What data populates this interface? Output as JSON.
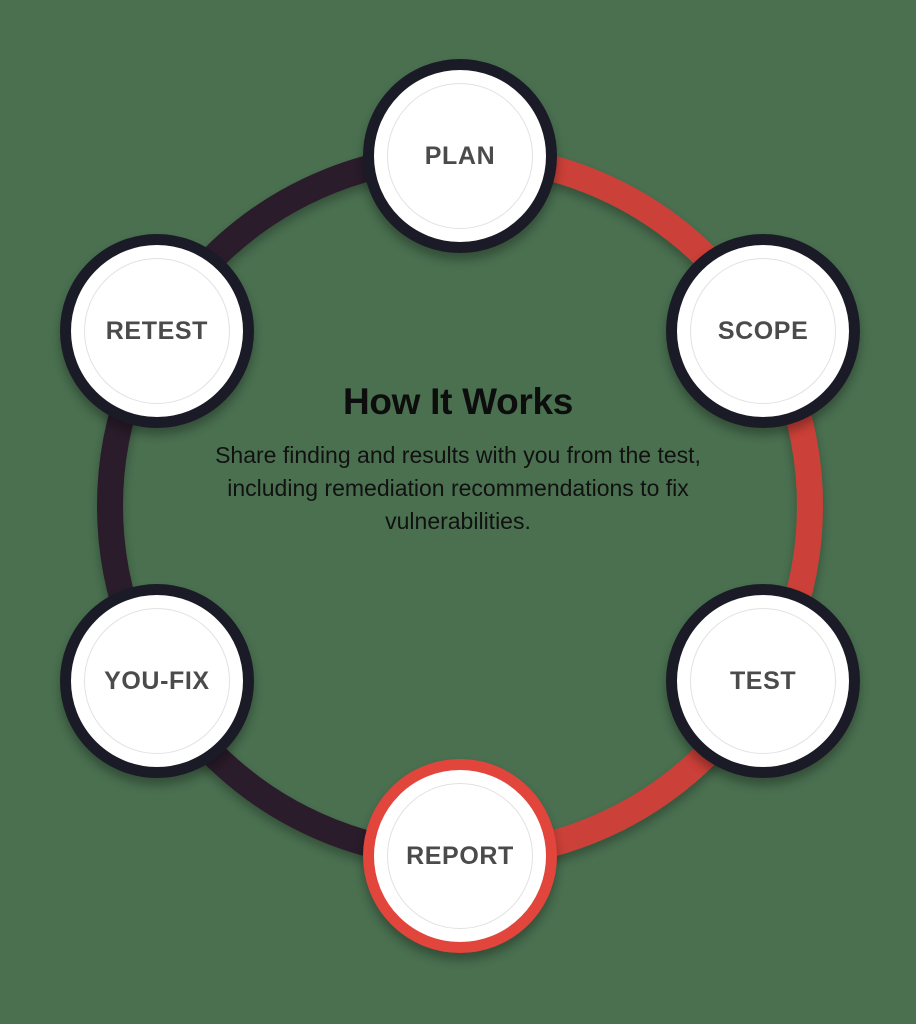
{
  "background_color": "#4a7050",
  "center": {
    "title": "How It Works",
    "description": "Share finding and results with you from the test, including remediation recommendations to fix vulnerabilities."
  },
  "chart_data": {
    "type": "cycle-diagram",
    "title": "How It Works",
    "subtitle": "Share finding and results with you from the test, including remediation recommendations to fix vulnerabilities.",
    "direction": "clockwise",
    "node_count": 6,
    "active_step": "REPORT",
    "completed_steps": [
      "PLAN",
      "SCOPE",
      "TEST",
      "REPORT"
    ],
    "pending_steps": [
      "YOU-FIX",
      "RETEST"
    ],
    "progress_percent": 67,
    "colors": {
      "background": "#4a7050",
      "completed_arc": "#cb4139",
      "pending_arc": "#291c29",
      "node_ring": "#1a1b26",
      "active_node_ring": "#e1453c",
      "node_fill": "#ffffff",
      "node_label": "#4b4b4b",
      "title": "#0d0d0d"
    },
    "nodes": [
      {
        "id": "plan",
        "label": "PLAN",
        "angle_deg": 90,
        "order": 1,
        "state": "completed"
      },
      {
        "id": "scope",
        "label": "SCOPE",
        "angle_deg": 30,
        "order": 2,
        "state": "completed"
      },
      {
        "id": "test",
        "label": "TEST",
        "angle_deg": -30,
        "order": 3,
        "state": "completed"
      },
      {
        "id": "report",
        "label": "REPORT",
        "angle_deg": -90,
        "order": 4,
        "state": "active"
      },
      {
        "id": "youfix",
        "label": "YOU-FIX",
        "angle_deg": -150,
        "order": 5,
        "state": "pending"
      },
      {
        "id": "retest",
        "label": "RETEST",
        "angle_deg": 150,
        "order": 6,
        "state": "pending"
      }
    ],
    "arcs": [
      {
        "from": "PLAN",
        "to": "SCOPE",
        "color": "#cb4139",
        "state": "completed"
      },
      {
        "from": "SCOPE",
        "to": "TEST",
        "color": "#cb4139",
        "state": "completed"
      },
      {
        "from": "TEST",
        "to": "REPORT",
        "color": "#cb4139",
        "state": "completed"
      },
      {
        "from": "REPORT",
        "to": "YOU-FIX",
        "color": "#291c29",
        "state": "pending"
      },
      {
        "from": "YOU-FIX",
        "to": "RETEST",
        "color": "#291c29",
        "state": "pending"
      },
      {
        "from": "RETEST",
        "to": "PLAN",
        "color": "#291c29",
        "state": "pending"
      }
    ]
  },
  "nodes": {
    "plan": {
      "label": "PLAN"
    },
    "scope": {
      "label": "SCOPE"
    },
    "test": {
      "label": "TEST"
    },
    "report": {
      "label": "REPORT"
    },
    "youfix": {
      "label": "YOU-FIX"
    },
    "retest": {
      "label": "RETEST"
    }
  }
}
